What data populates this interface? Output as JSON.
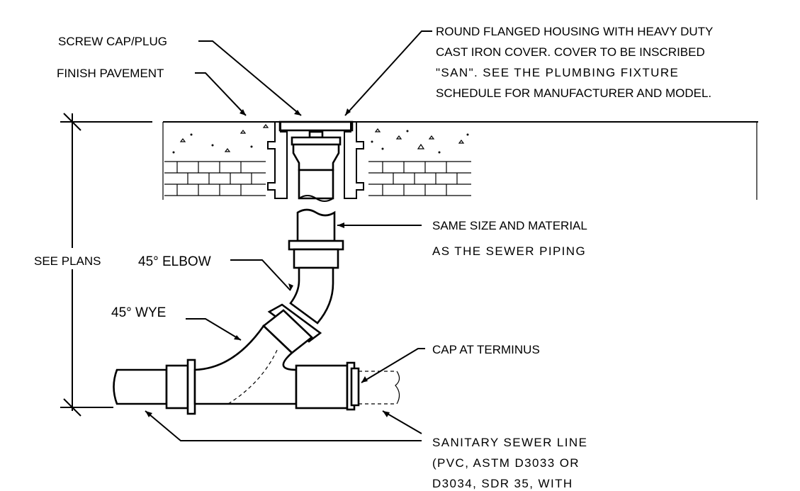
{
  "labels": {
    "screw_cap": "SCREW CAP/PLUG",
    "finish_pavement": "FINISH PAVEMENT",
    "housing_line1": "ROUND FLANGED HOUSING WITH HEAVY DUTY",
    "housing_line2": "CAST IRON COVER. COVER TO BE INSCRIBED",
    "housing_line3": "\"SAN\". SEE THE PLUMBING FIXTURE",
    "housing_line4": "SCHEDULE FOR MANUFACTURER AND MODEL.",
    "same_size_line1": "SAME SIZE AND MATERIAL",
    "same_size_line2": "AS THE SEWER PIPING",
    "see_plans": "SEE PLANS",
    "elbow": "45° ELBOW",
    "wye": "45° WYE",
    "cap_terminus": "CAP AT TERMINUS",
    "sewer_line1": "SANITARY SEWER LINE",
    "sewer_line2": "(PVC, ASTM D3033 OR",
    "sewer_line3": "D3034, SDR 35, WITH"
  }
}
